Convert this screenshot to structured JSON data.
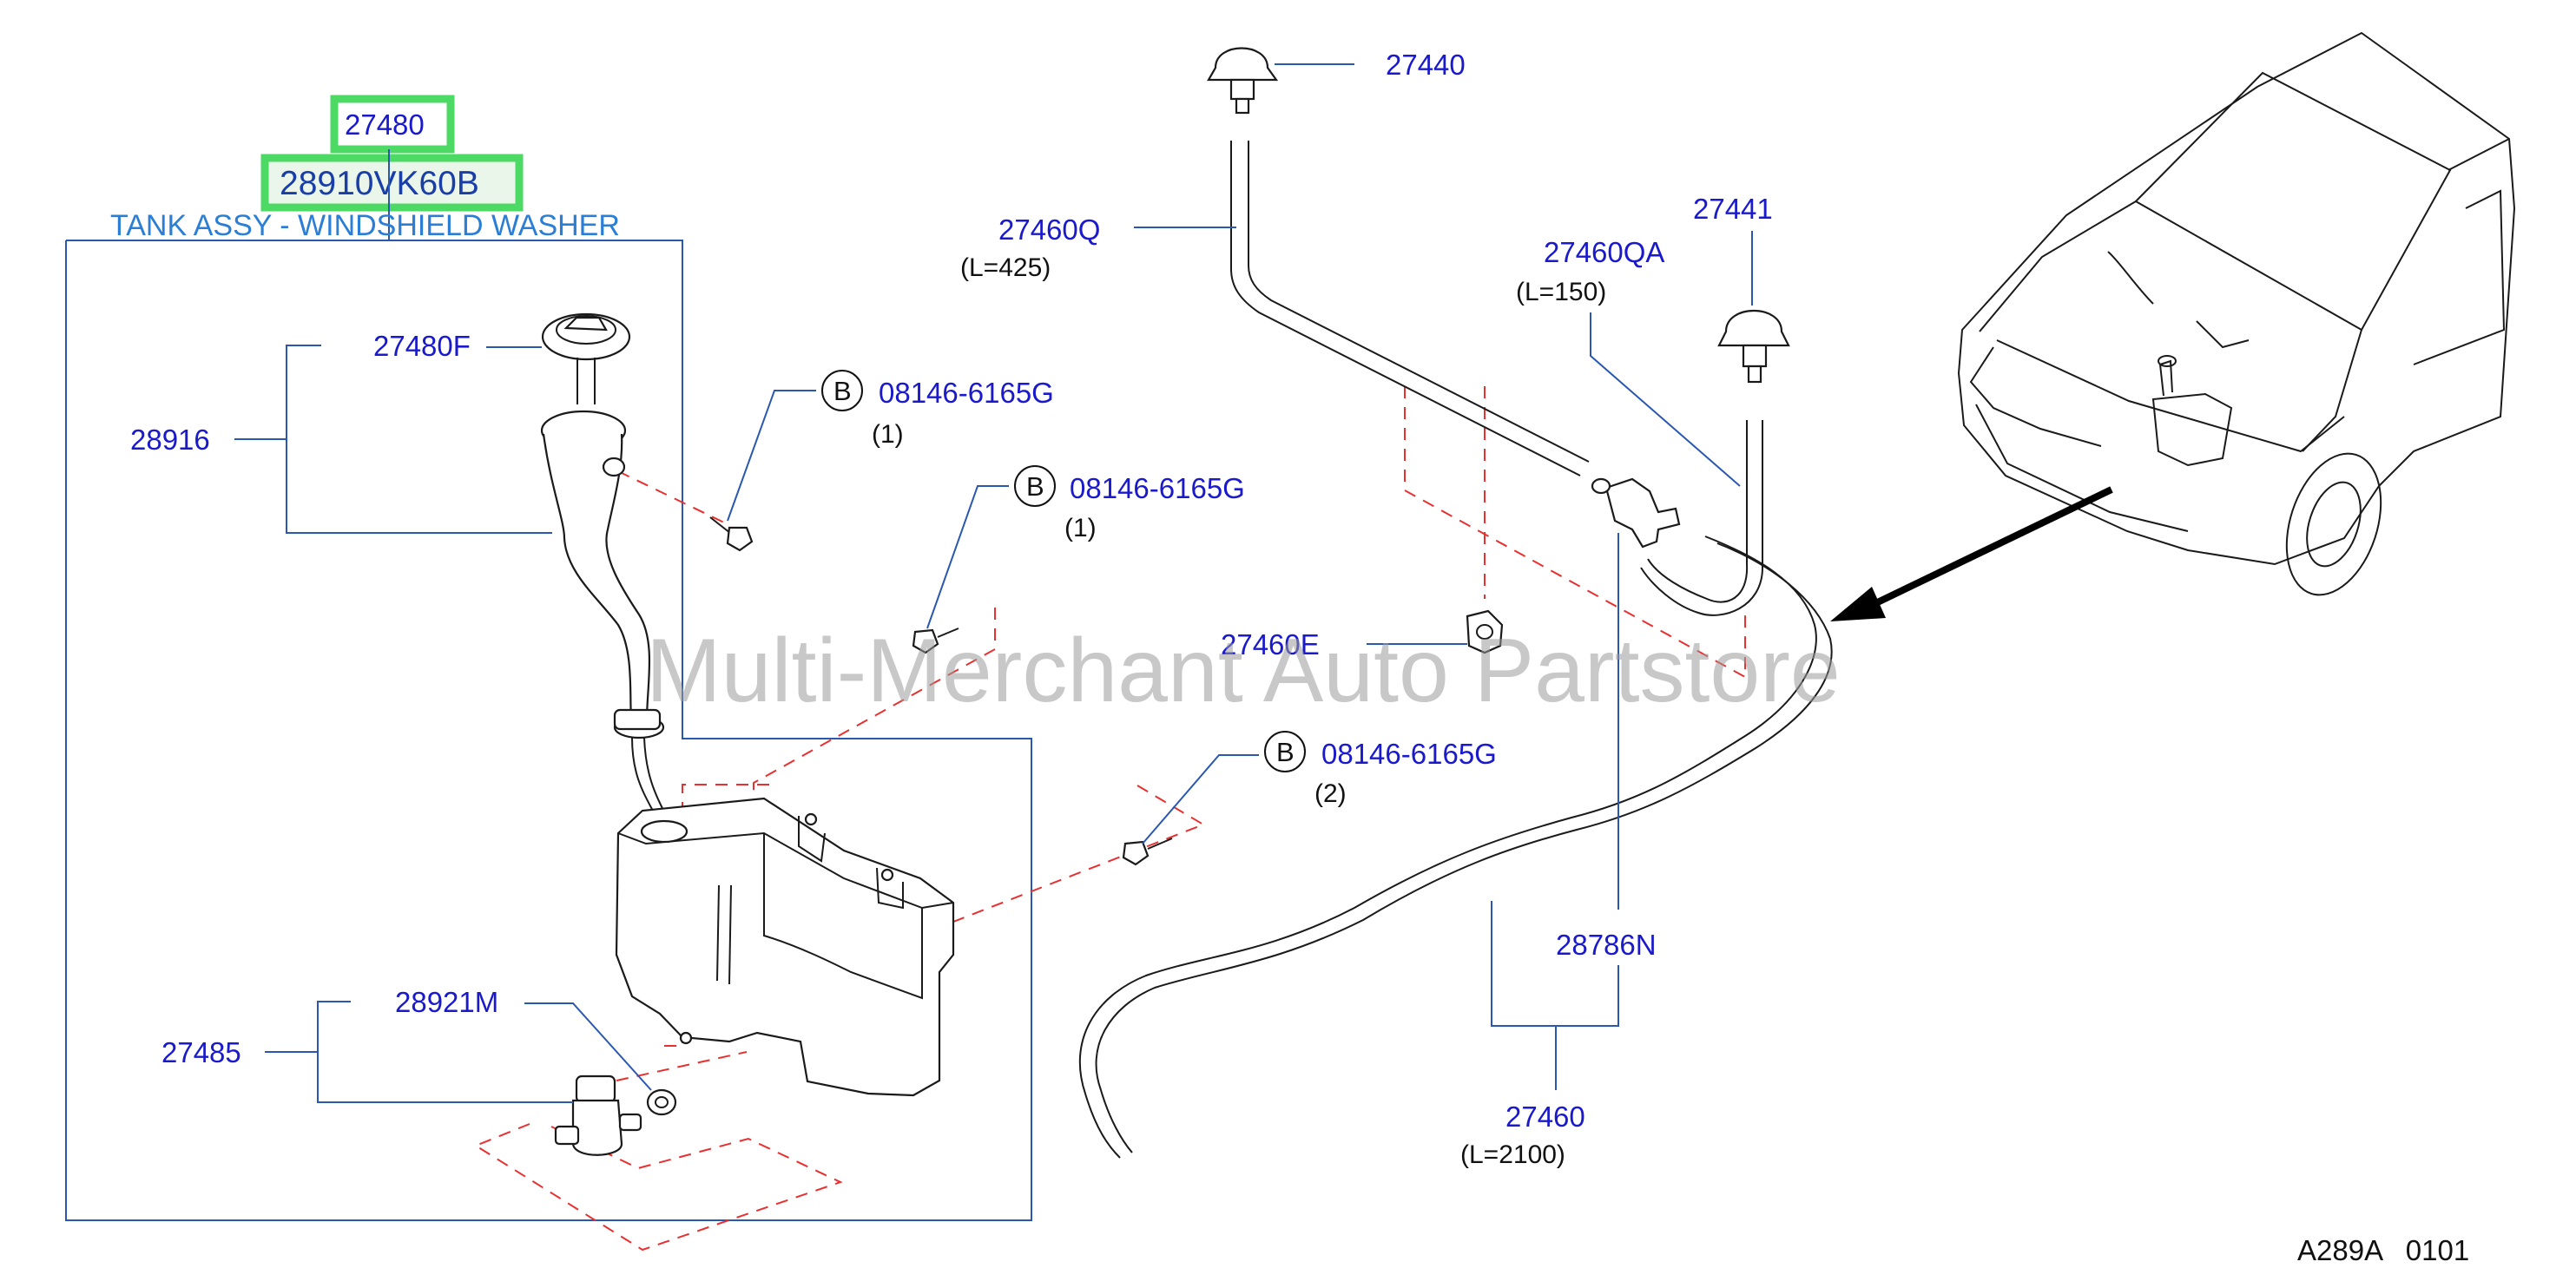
{
  "diagram": {
    "header": {
      "part_number": "27480",
      "selected_part": "28910VK60B",
      "title": "TANK ASSY - WINDSHIELD WASHER"
    },
    "highlight_color": "#4cd964",
    "labels": {
      "p27480F": "27480F",
      "p28916": "28916",
      "p28921M": "28921M",
      "p27485": "27485",
      "p27440": "27440",
      "p27460Q": "27460Q",
      "p27460Q_len": "(L=425)",
      "p27460QA": "27460QA",
      "p27460QA_len": "(L=150)",
      "p27441": "27441",
      "p27460E": "27460E",
      "p28786N": "28786N",
      "p27460": "27460",
      "p27460_len": "(L=2100)",
      "bolt1": "08146-6165G",
      "bolt1_qty": "(1)",
      "bolt2": "08146-6165G",
      "bolt2_qty": "(1)",
      "bolt3": "08146-6165G",
      "bolt3_qty": "(2)",
      "bolt_marker": "B"
    },
    "watermark": "Multi-Merchant Auto Partstore",
    "drawing_code": "A289A   0101"
  }
}
